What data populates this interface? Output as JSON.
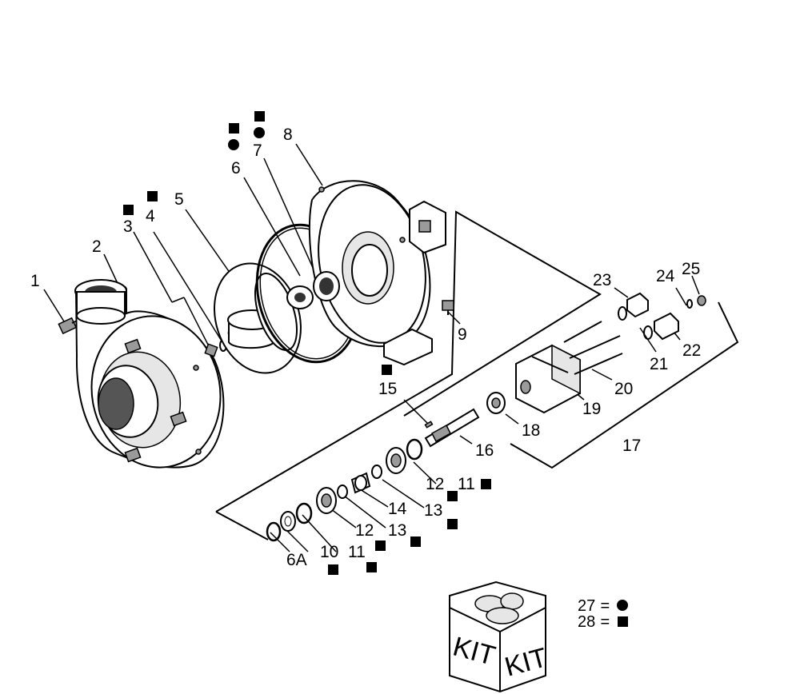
{
  "callouts": [
    {
      "id": "c1",
      "text": "1"
    },
    {
      "id": "c2",
      "text": "2"
    },
    {
      "id": "c3",
      "text": "3"
    },
    {
      "id": "c4",
      "text": "4"
    },
    {
      "id": "c5",
      "text": "5"
    },
    {
      "id": "c6",
      "text": "6"
    },
    {
      "id": "c6a",
      "text": "6A"
    },
    {
      "id": "c7",
      "text": "7"
    },
    {
      "id": "c8",
      "text": "8"
    },
    {
      "id": "c9",
      "text": "9"
    },
    {
      "id": "c10",
      "text": "10"
    },
    {
      "id": "c11a",
      "text": "11"
    },
    {
      "id": "c11b",
      "text": "11"
    },
    {
      "id": "c12a",
      "text": "12"
    },
    {
      "id": "c12b",
      "text": "12"
    },
    {
      "id": "c13a",
      "text": "13"
    },
    {
      "id": "c13b",
      "text": "13"
    },
    {
      "id": "c14",
      "text": "14"
    },
    {
      "id": "c15",
      "text": "15"
    },
    {
      "id": "c16",
      "text": "16"
    },
    {
      "id": "c17",
      "text": "17"
    },
    {
      "id": "c18",
      "text": "18"
    },
    {
      "id": "c19",
      "text": "19"
    },
    {
      "id": "c20",
      "text": "20"
    },
    {
      "id": "c21",
      "text": "21"
    },
    {
      "id": "c22",
      "text": "22"
    },
    {
      "id": "c23",
      "text": "23"
    },
    {
      "id": "c24",
      "text": "24"
    },
    {
      "id": "c25",
      "text": "25"
    }
  ],
  "kit": {
    "label_left": "KIT",
    "label_right": "KIT"
  },
  "legend": [
    {
      "number": "27",
      "eq": " = ",
      "symbol": "circle",
      "symbol_name": "circle-marker"
    },
    {
      "number": "28",
      "eq": " = ",
      "symbol": "square",
      "symbol_name": "square-marker"
    }
  ],
  "colors": {
    "ink": "#000000",
    "paper": "#ffffff"
  }
}
